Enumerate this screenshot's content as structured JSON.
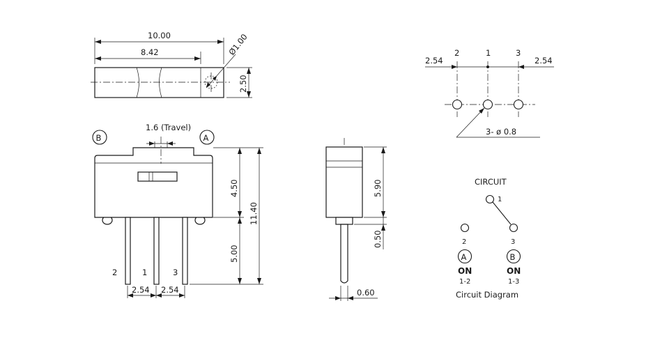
{
  "top_view": {
    "dim_length_overall": "10.00",
    "dim_length_body": "8.42",
    "dim_hole_dia": "Ø1.00",
    "dim_width": "2.50"
  },
  "front_view": {
    "marker_left": "B",
    "marker_right": "A",
    "travel_label": "1.6 (Travel)",
    "dim_body_height": "4.50",
    "dim_pin_length": "5.00",
    "dim_total_height": "11.40",
    "pin_labels": [
      "2",
      "1",
      "3"
    ],
    "dim_pitch_left": "2.54",
    "dim_pitch_right": "2.54"
  },
  "side_view": {
    "dim_height": "5.90",
    "dim_standoff": "0.50",
    "dim_pin_width": "0.60"
  },
  "pcb_layout": {
    "pin_labels": [
      "2",
      "1",
      "3"
    ],
    "dim_left": "2.54",
    "dim_right": "2.54",
    "hole_note": "3- ø 0.8"
  },
  "circuit": {
    "title": "CIRCUIT",
    "pin_common": "1",
    "pin_a": "2",
    "pin_b": "3",
    "marker_a": "A",
    "marker_b": "B",
    "state_a_on": "ON",
    "state_a_pins": "1-2",
    "state_b_on": "ON",
    "state_b_pins": "1-3",
    "caption": "Circuit Diagram"
  }
}
